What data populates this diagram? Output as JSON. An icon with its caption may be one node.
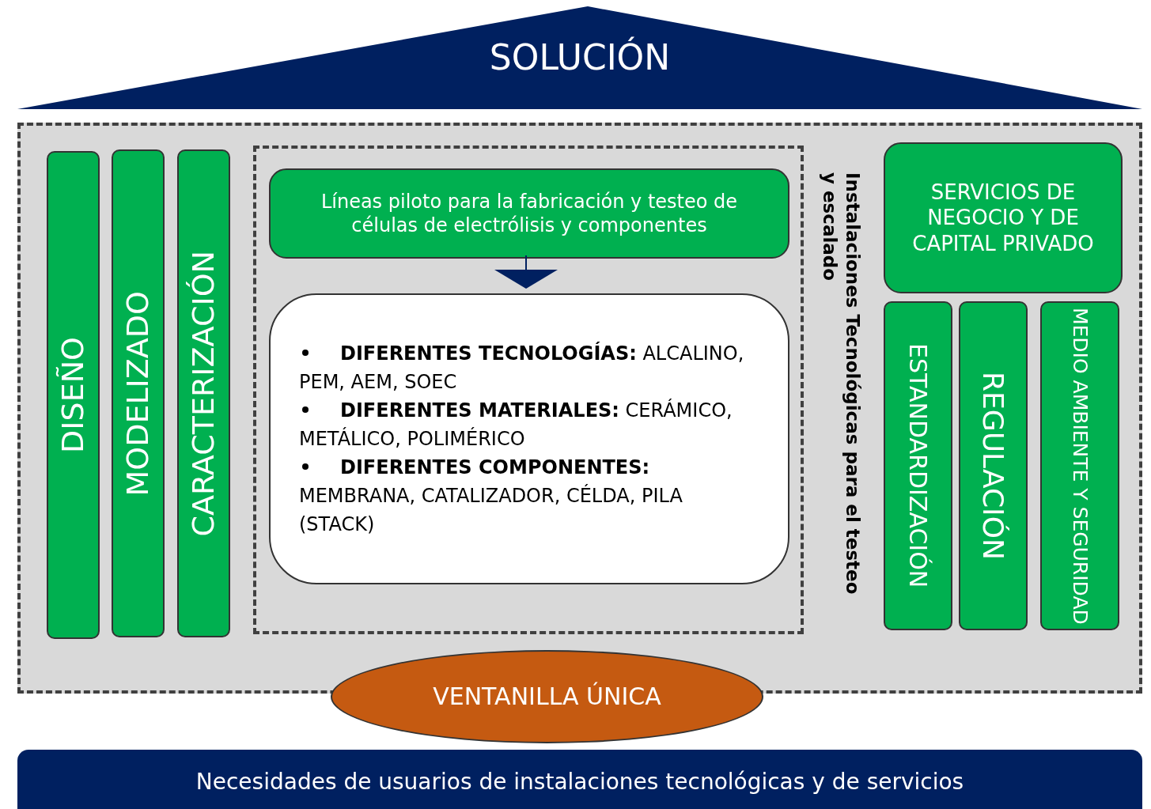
{
  "diagram": {
    "nodes": [
      {
        "text": [
          "SOLUCIÓN"
        ]
      },
      {
        "text": [],
        "shape": "box"
      },
      {
        "text": [
          "DISEÑO"
        ],
        "in": 1
      },
      {
        "text": [
          "MODELIZADO"
        ],
        "in": 1
      },
      {
        "text": [
          "CARACTERIZACIÓN"
        ],
        "in": 1
      },
      {
        "text": [
          "Instalaciones Tecnológicas para el testeo y escalado"
        ],
        "in": 1
      },
      {
        "text": [
          "Líneas piloto para la fabricación y testeo de células de electrólisis y componentes"
        ],
        "in": 5
      },
      {
        "text": [
          "**DIFERENTES TECNOLOGÍAS:** ALCALINO, PEM, AEM, SOEC",
          "**DIFERENTES MATERIALES:** CERÁMICO, METÁLICO, POLIMÉRICO",
          "**DIFERENTES COMPONENTES:** MEMBRANA, CATALIZADOR, CÉLDA, PILA (STACK)"
        ],
        "in": 5
      },
      {
        "text": [
          "SERVICIOS DE NEGOCIO Y DE CAPITAL PRIVADO"
        ],
        "in": 1
      },
      {
        "text": [
          "ESTANDARDIZACIÓN"
        ],
        "in": 1
      },
      {
        "text": [
          "REGULACIÓN"
        ],
        "in": 1
      },
      {
        "text": [
          "MEDIO AMBIENTE Y SEGURIDAD"
        ],
        "in": 1
      },
      {
        "text": [
          "VENTANILLA ÚNICA"
        ]
      },
      {
        "text": [
          "Necesidades de usuarios de instalaciones tecnológicas y de servicios"
        ]
      }
    ],
    "edges": [
      {
        "from": 6,
        "to": 7,
        "arrow": "to"
      }
    ]
  }
}
